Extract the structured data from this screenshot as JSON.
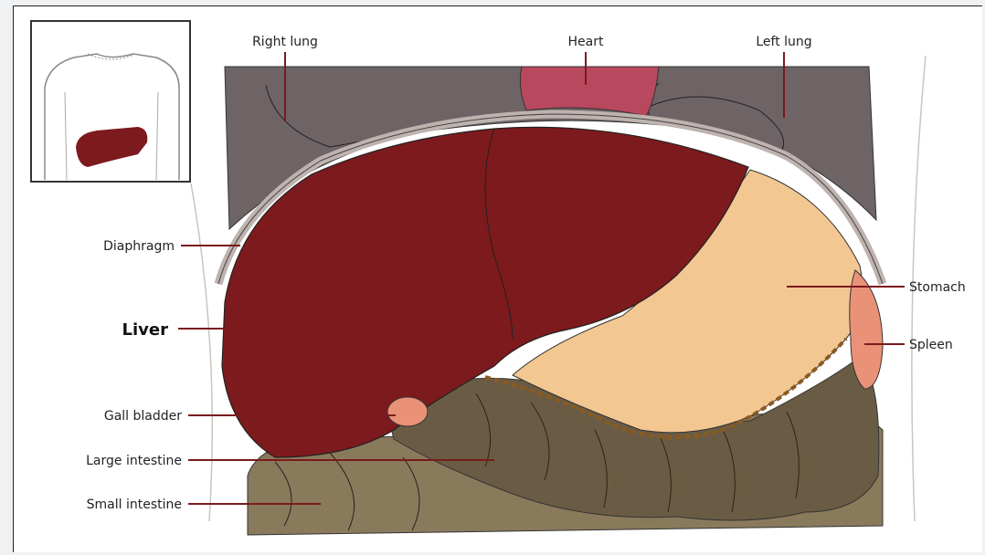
{
  "labels": {
    "right_lung": "Right lung",
    "heart": "Heart",
    "left_lung": "Left lung",
    "diaphragm": "Diaphragm",
    "liver": "Liver",
    "gall_bladder": "Gall bladder",
    "large_intestine": "Large intestine",
    "small_intestine": "Small intestine",
    "stomach": "Stomach",
    "spleen": "Spleen"
  },
  "colors": {
    "liver": "#7d1a1d",
    "lungs": "#6e6466",
    "heart": "#b8485e",
    "stomach": "#f3c792",
    "spleen": "#e99278",
    "intestine": "#6a5c44",
    "small_intestine": "#8a7a5c",
    "diaphragm": "#bfb3b0",
    "leader": "#7a1b1b"
  }
}
